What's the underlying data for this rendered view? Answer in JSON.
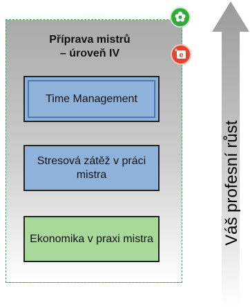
{
  "title": {
    "line1": "Příprava mistrů",
    "line2": "– úroveň IV"
  },
  "courses": [
    {
      "label": "Time Management",
      "color": "#8fb2da"
    },
    {
      "label": "Stresová zátěž v práci mistra",
      "color": "#8fb2da"
    },
    {
      "label": "Ekonomika v praxi mistra",
      "color": "#a8d89a"
    }
  ],
  "icons": {
    "top": "flower-badge-icon",
    "second": "e-learning-badge-icon",
    "elearn_small_text": "e"
  },
  "arrow": {
    "label": "Váš profesní růst"
  },
  "colors": {
    "panel_border": "#2eaa4a",
    "box_border": "#222222",
    "arrow_top": "#9a9a9a",
    "arrow_bottom": "#ffffff"
  }
}
